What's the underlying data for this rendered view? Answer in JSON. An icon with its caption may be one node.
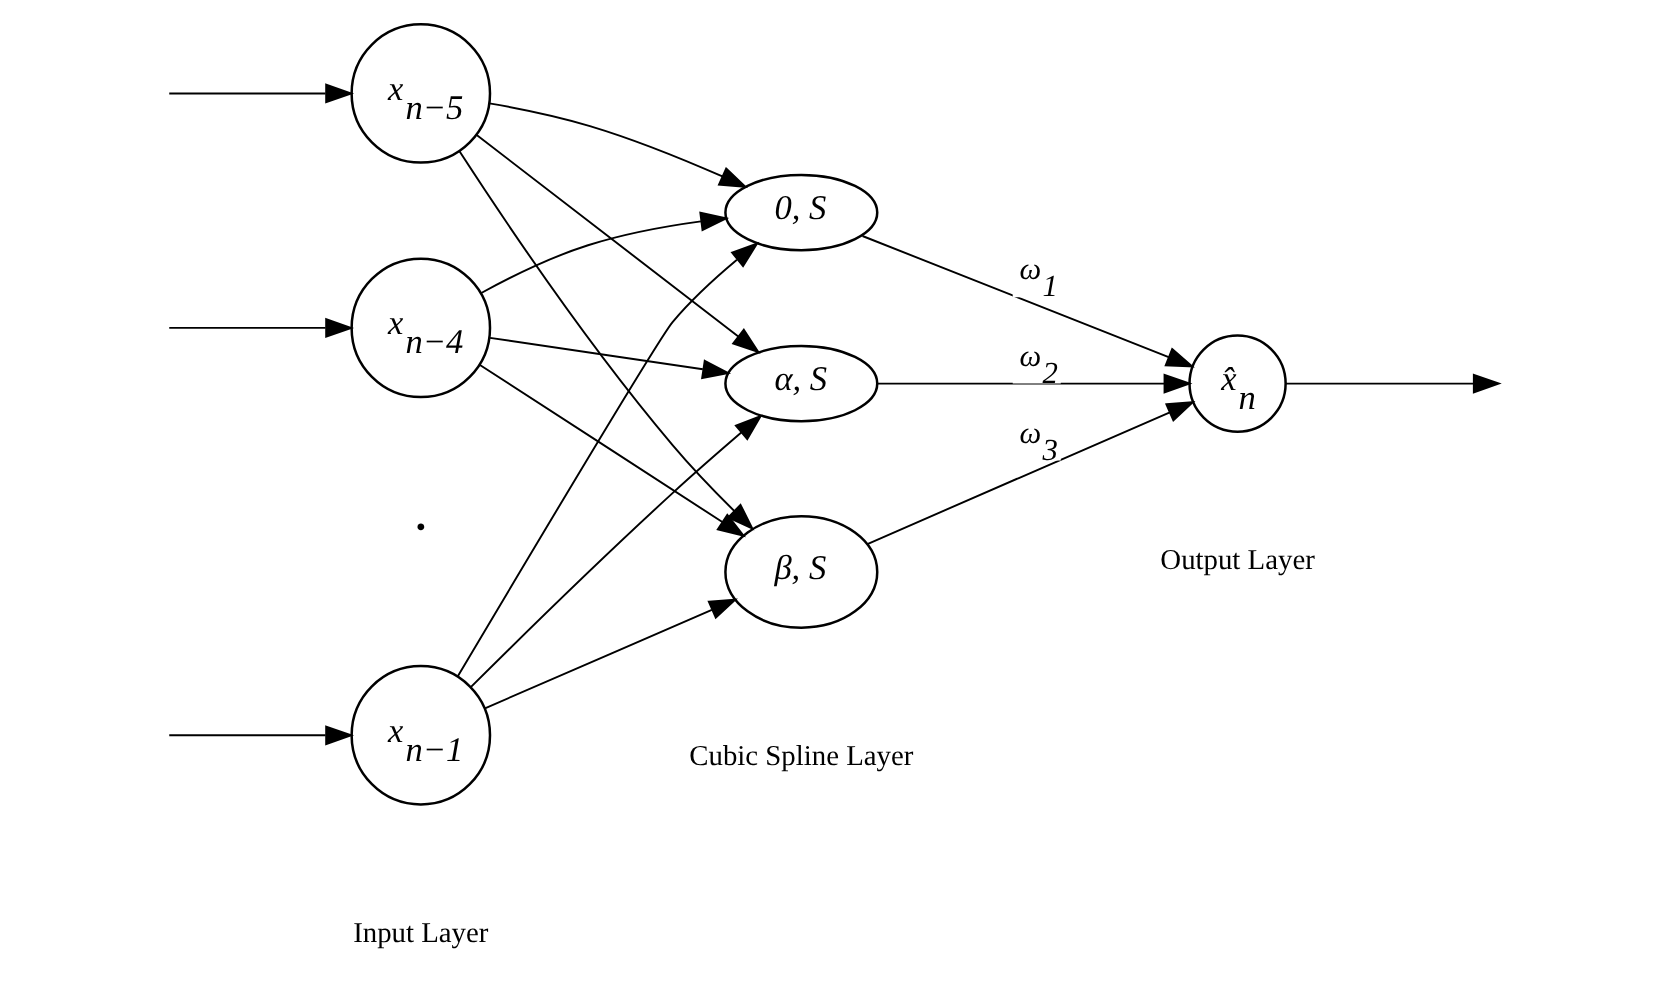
{
  "diagram": {
    "nodes": [
      {
        "text": [
          "x$_{n−5}$"
        ]
      },
      {
        "text": [
          "x$_{n−4}$"
        ]
      },
      {
        "text": [
          "x$_{n−1}$"
        ]
      },
      {
        "text": [
          "0, S"
        ]
      },
      {
        "text": [
          "α, S"
        ]
      },
      {
        "text": [
          "β, S"
        ]
      },
      {
        "text": [
          "x̂$_{n}$"
        ]
      }
    ],
    "edges": [
      {
        "from": null,
        "to": 0,
        "arrow": "to"
      },
      {
        "from": null,
        "to": 1,
        "arrow": "to"
      },
      {
        "from": null,
        "to": 2,
        "arrow": "to"
      },
      {
        "from": 0,
        "to": 3,
        "arrow": "to"
      },
      {
        "from": 0,
        "to": 4,
        "arrow": "to"
      },
      {
        "from": 0,
        "to": 5,
        "arrow": "to"
      },
      {
        "from": 1,
        "to": 3,
        "arrow": "to"
      },
      {
        "from": 1,
        "to": 4,
        "arrow": "to"
      },
      {
        "from": 1,
        "to": 5,
        "arrow": "to"
      },
      {
        "from": 2,
        "to": 3,
        "arrow": "to"
      },
      {
        "from": 2,
        "to": 4,
        "arrow": "to"
      },
      {
        "from": 2,
        "to": 5,
        "arrow": "to"
      },
      {
        "from": 3,
        "to": 6,
        "label": "ω$_{1}$",
        "arrow": "to"
      },
      {
        "from": 4,
        "to": 6,
        "label": "ω$_{2}$",
        "arrow": "to"
      },
      {
        "from": 5,
        "to": 6,
        "label": "ω$_{3}$",
        "arrow": "to"
      },
      {
        "from": 6,
        "to": null,
        "arrow": "to"
      }
    ],
    "labels": [
      "·",
      "Input Layer",
      "Cubic Spline Layer",
      "Output Layer"
    ]
  }
}
